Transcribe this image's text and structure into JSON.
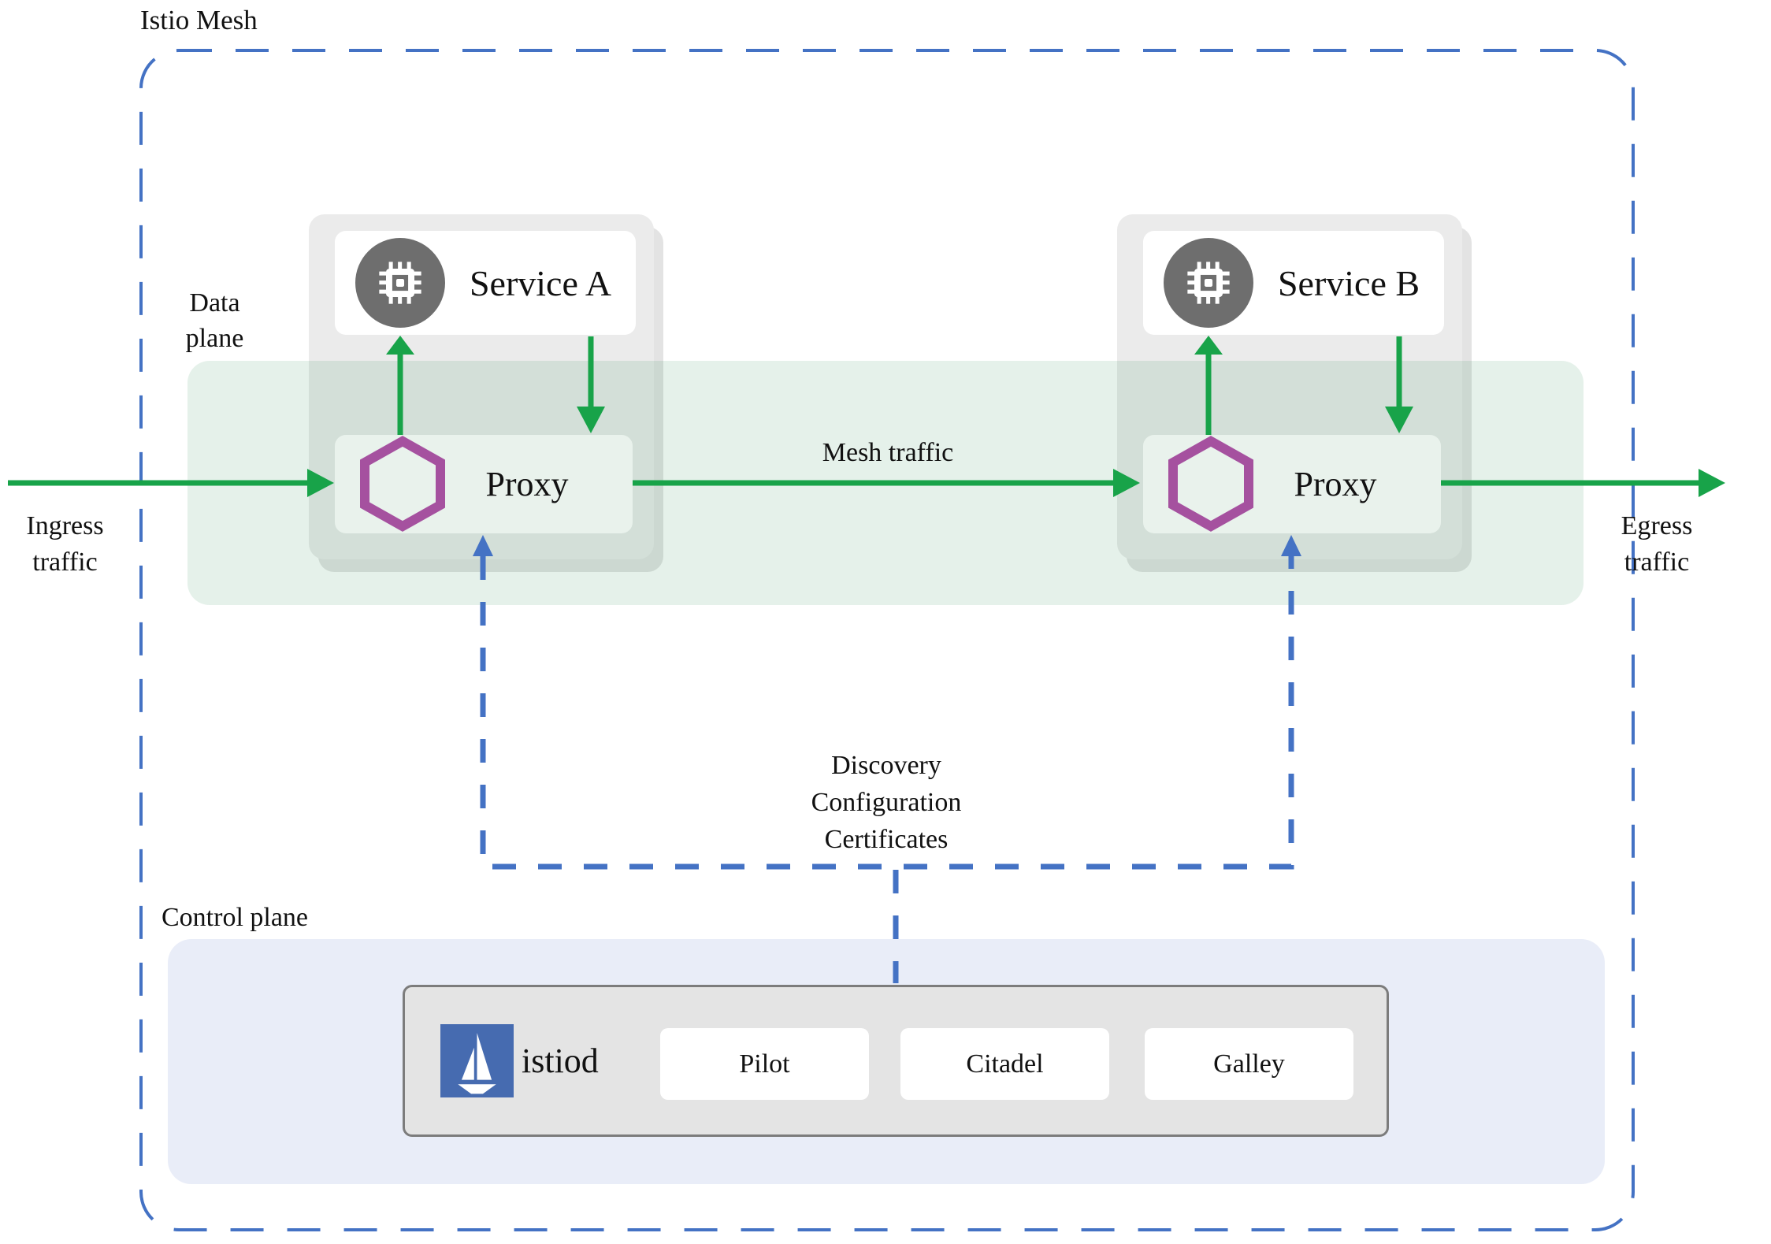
{
  "labels": {
    "mesh": "Istio Mesh",
    "data_plane": [
      "Data",
      "plane"
    ],
    "control_plane": "Control plane",
    "mesh_traffic": "Mesh traffic",
    "ingress": [
      "Ingress",
      "traffic"
    ],
    "egress": [
      "Egress",
      "traffic"
    ],
    "control_channel": [
      "Discovery",
      "Configuration",
      "Certificates"
    ]
  },
  "pods": [
    {
      "service": "Service A",
      "proxy": "Proxy"
    },
    {
      "service": "Service B",
      "proxy": "Proxy"
    }
  ],
  "istiod": {
    "label": "istiod",
    "components": [
      "Pilot",
      "Citadel",
      "Galley"
    ]
  },
  "icons": {
    "service": "microchip-icon",
    "proxy": "envoy-hexagon-icon",
    "istiod": "istio-sailboat-logo"
  },
  "colors": {
    "traffic_green": "#18A349",
    "control_blue": "#4472C4",
    "proxy_purple": "#A5519F",
    "mesh_border_blue": "#4472C4",
    "data_plane_band": "#E3F0E8",
    "control_plane_band": "#E9EDF8",
    "pod_card_gray": "#EBEBEB",
    "service_icon_gray": "#6E6E6E",
    "istiod_box_gray": "#E4E4E4",
    "istio_logo_blue": "#466BB0"
  }
}
